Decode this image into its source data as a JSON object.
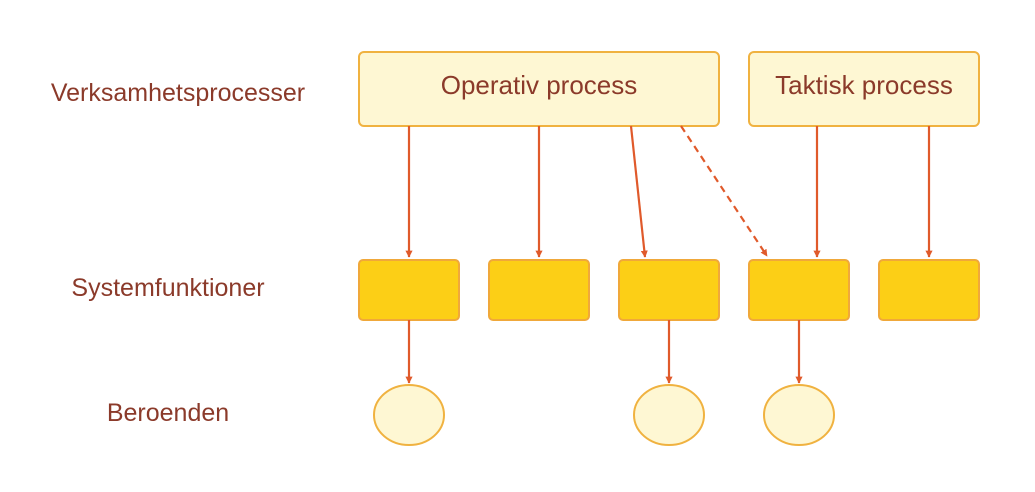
{
  "rows": {
    "processes": "Verksamhetsprocesser",
    "functions": "Systemfunktioner",
    "dependencies": "Beroenden"
  },
  "processes": {
    "operative": "Operativ process",
    "tactical": "Taktisk process"
  },
  "colors": {
    "text": "#8b3a2a",
    "process_fill": "#fef7d3",
    "process_stroke": "#f0b240",
    "function_fill": "#fccf16",
    "function_stroke": "#f0a83a",
    "dependency_fill": "#fef7d3",
    "dependency_stroke": "#f0b240",
    "arrow": "#e05a2b"
  }
}
